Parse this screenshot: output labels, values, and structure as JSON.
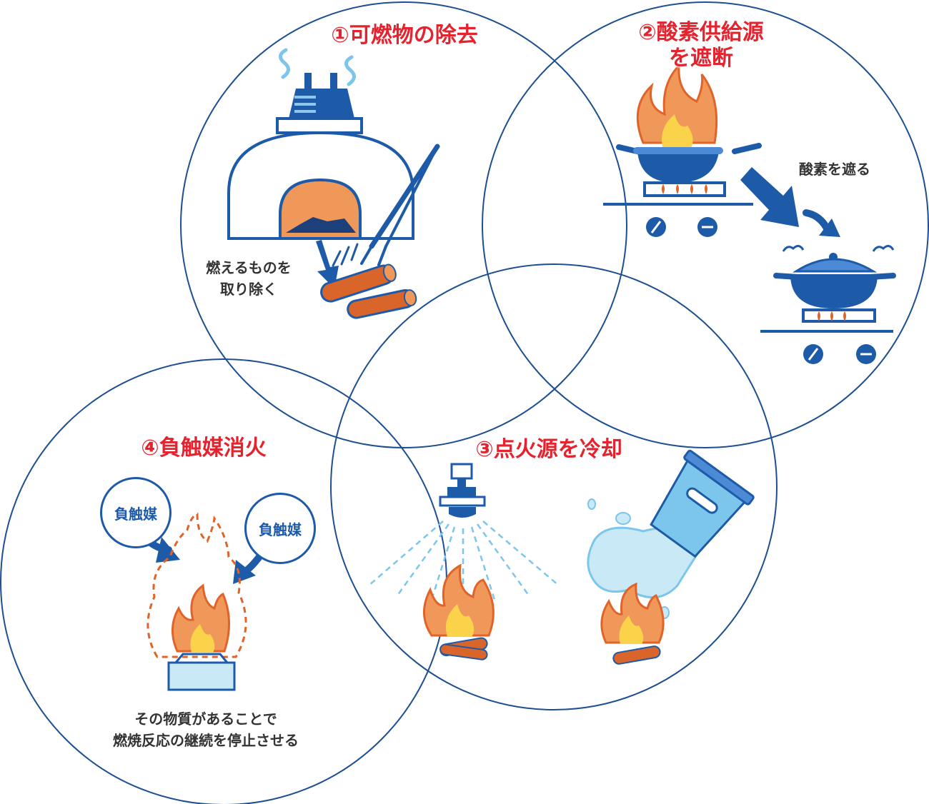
{
  "colors": {
    "circle_stroke": "#1d4f91",
    "title_red": "#e5232e",
    "navy": "#1d5aa8",
    "flame_orange": "#f0985a",
    "flame_outline": "#e0642a",
    "flame_yellow": "#fbd34a",
    "wood": "#d9652a",
    "water_light": "#c9e9f6",
    "water_blue": "#7cc6ec"
  },
  "sections": {
    "remove_fuel": {
      "title": "①可燃物の除去",
      "note_line1": "燃えるものを",
      "note_line2": "取り除く"
    },
    "cut_oxygen": {
      "title_line1": "②酸素供給源",
      "title_line2": "を遮断",
      "arrow_label": "酸素を遮る"
    },
    "cool_ignition": {
      "title": "③点火源を冷却"
    },
    "negative_catalyst": {
      "title": "④負触媒消火",
      "bubble_left": "負触媒",
      "bubble_right": "負触媒",
      "note_line1": "その物質があることで",
      "note_line2": "燃焼反応の継続を停止させる"
    }
  },
  "icons": [
    "kiln-icon",
    "tongs-icon",
    "logs-icon",
    "down-arrow-icon",
    "frying-pan-flame-icon",
    "gas-stove-icon",
    "lidded-pot-icon",
    "sprinkler-icon",
    "water-bucket-icon",
    "campfire-icon",
    "flame-on-block-icon",
    "catalyst-arrow-icon"
  ]
}
